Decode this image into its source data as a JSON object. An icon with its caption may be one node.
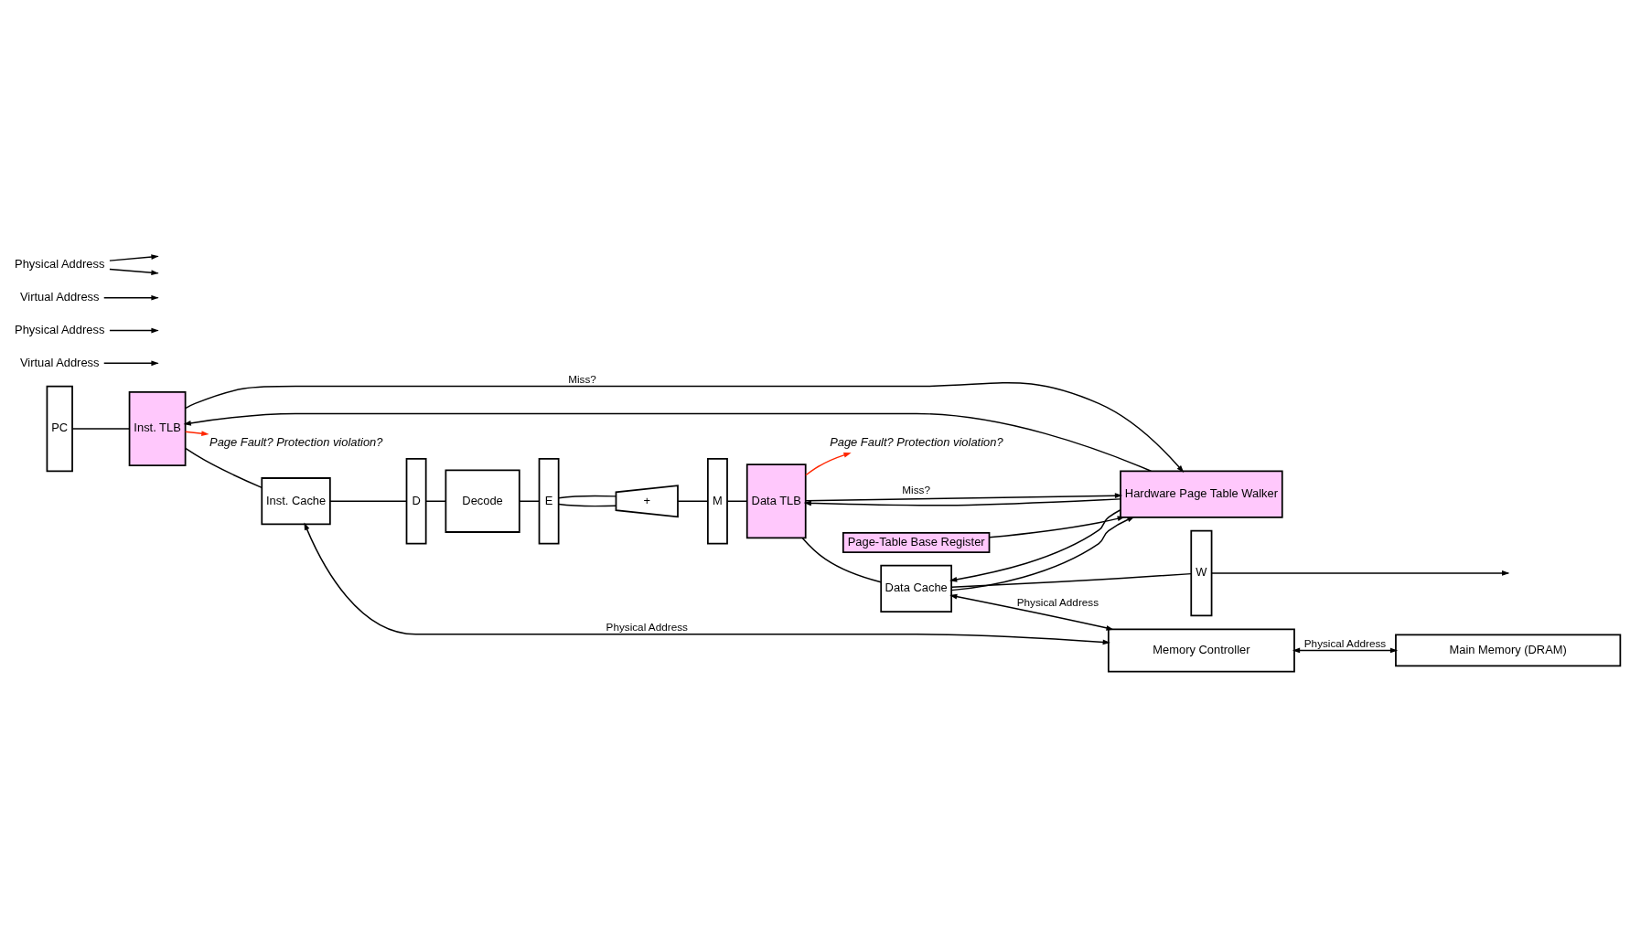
{
  "diagram": {
    "nodes": [
      {
        "text": [
          "PC"
        ]
      },
      {
        "text": [
          "Inst. TLB"
        ]
      },
      {
        "text": [
          "Inst. Cache"
        ]
      },
      {
        "text": [
          "D"
        ]
      },
      {
        "text": [
          "Decode"
        ]
      },
      {
        "text": [
          "E"
        ]
      },
      {
        "text": [
          "+"
        ]
      },
      {
        "text": [
          "M"
        ]
      },
      {
        "text": [
          "Data TLB"
        ]
      },
      {
        "text": [
          "Data Cache"
        ]
      },
      {
        "text": [
          "W"
        ]
      },
      {
        "text": [
          "Page-Table Base Register"
        ]
      },
      {
        "text": [
          "Hardware Page Table Walker"
        ]
      },
      {
        "text": [
          "Memory Controller"
        ]
      },
      {
        "text": [
          "Main Memory (DRAM)"
        ]
      },
      {
        "text": [
          "Page Fault? Protection violation?"
        ]
      },
      {
        "text": [
          "Page Fault? Protection violation?"
        ]
      },
      {
        "text": [
          "Virtual Address"
        ]
      },
      {
        "text": [
          "Physical Address"
        ]
      },
      {
        "text": [
          "Virtual Address"
        ]
      },
      {
        "text": [
          "Physical Address"
        ]
      }
    ],
    "edges": [
      {
        "from": 0,
        "to": 1,
        "arrow": "none"
      },
      {
        "from": 1,
        "to": 2,
        "arrow": "none"
      },
      {
        "from": 2,
        "to": 3,
        "arrow": "none"
      },
      {
        "from": 3,
        "to": 4,
        "arrow": "none"
      },
      {
        "from": 4,
        "to": 5,
        "arrow": "none"
      },
      {
        "from": 5,
        "to": 6,
        "arrow": "none"
      },
      {
        "from": 5,
        "to": 6,
        "arrow": "none"
      },
      {
        "from": 6,
        "to": 7,
        "arrow": "none"
      },
      {
        "from": 7,
        "to": 8,
        "arrow": "none"
      },
      {
        "from": 8,
        "to": 9,
        "arrow": "none"
      },
      {
        "from": 9,
        "to": 10,
        "arrow": "none"
      },
      {
        "from": 10,
        "to": null,
        "arrow": "to"
      },
      {
        "from": 1,
        "to": 15,
        "arrow": "to",
        "color": "#ff2600"
      },
      {
        "from": 8,
        "to": 16,
        "arrow": "to",
        "color": "#ff2600"
      },
      {
        "from": 17,
        "to": null,
        "arrow": "to"
      },
      {
        "from": 18,
        "to": null,
        "arrow": "to"
      },
      {
        "from": 19,
        "to": null,
        "arrow": "to"
      },
      {
        "from": 20,
        "to": null,
        "arrow": "to"
      },
      {
        "from": 20,
        "to": null,
        "arrow": "to"
      },
      {
        "from": 1,
        "to": 12,
        "label": "Miss?",
        "arrow": "to"
      },
      {
        "from": 12,
        "to": 1,
        "arrow": "to"
      },
      {
        "from": 11,
        "to": 12,
        "arrow": "to"
      },
      {
        "from": 8,
        "to": 12,
        "label": "Miss?",
        "arrow": "to"
      },
      {
        "from": 12,
        "to": 8,
        "arrow": "to"
      },
      {
        "from": 12,
        "to": 9,
        "arrow": "to"
      },
      {
        "from": 9,
        "to": 12,
        "arrow": "to"
      },
      {
        "from": 2,
        "to": 13,
        "label": "Physical Address",
        "arrow": "both"
      },
      {
        "from": 9,
        "to": 13,
        "label": "Physical Address",
        "arrow": "both"
      },
      {
        "from": 13,
        "to": 14,
        "label": "Physical Address",
        "arrow": "both"
      }
    ]
  }
}
